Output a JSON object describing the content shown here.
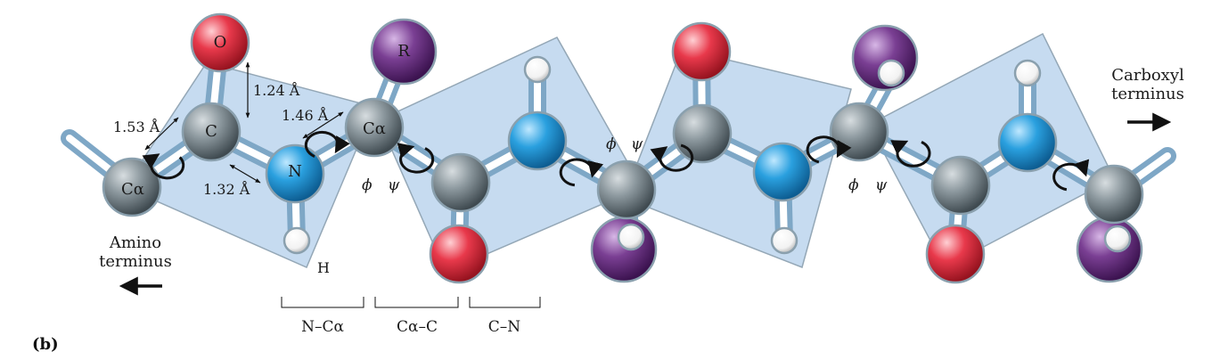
{
  "panel_label": "(b)",
  "termini": {
    "amino": [
      "Amino",
      "terminus"
    ],
    "carboxyl": [
      "Carboxyl",
      "terminus"
    ]
  },
  "atoms": {
    "oxygen": "O",
    "carbon": "C",
    "nitrogen": "N",
    "hydrogen": "H",
    "r_group": "R",
    "alpha_carbon": "Cα"
  },
  "bond_lengths": {
    "ca_c": "1.53 Å",
    "c_o": "1.24 Å",
    "c_n": "1.32 Å",
    "n_ca": "1.46 Å"
  },
  "torsion_labels": {
    "phi": "ϕ",
    "psi": "ψ"
  },
  "bond_brackets": [
    "N–Cα",
    "Cα–C",
    "C–N"
  ],
  "colors": {
    "plane": "#c3daf0",
    "carbon": "#7f8d94",
    "nitrogen": "#2aa0df",
    "oxygen": "#e8394b",
    "r_group": "#7a3f93",
    "hydrogen": "#ffffff"
  }
}
